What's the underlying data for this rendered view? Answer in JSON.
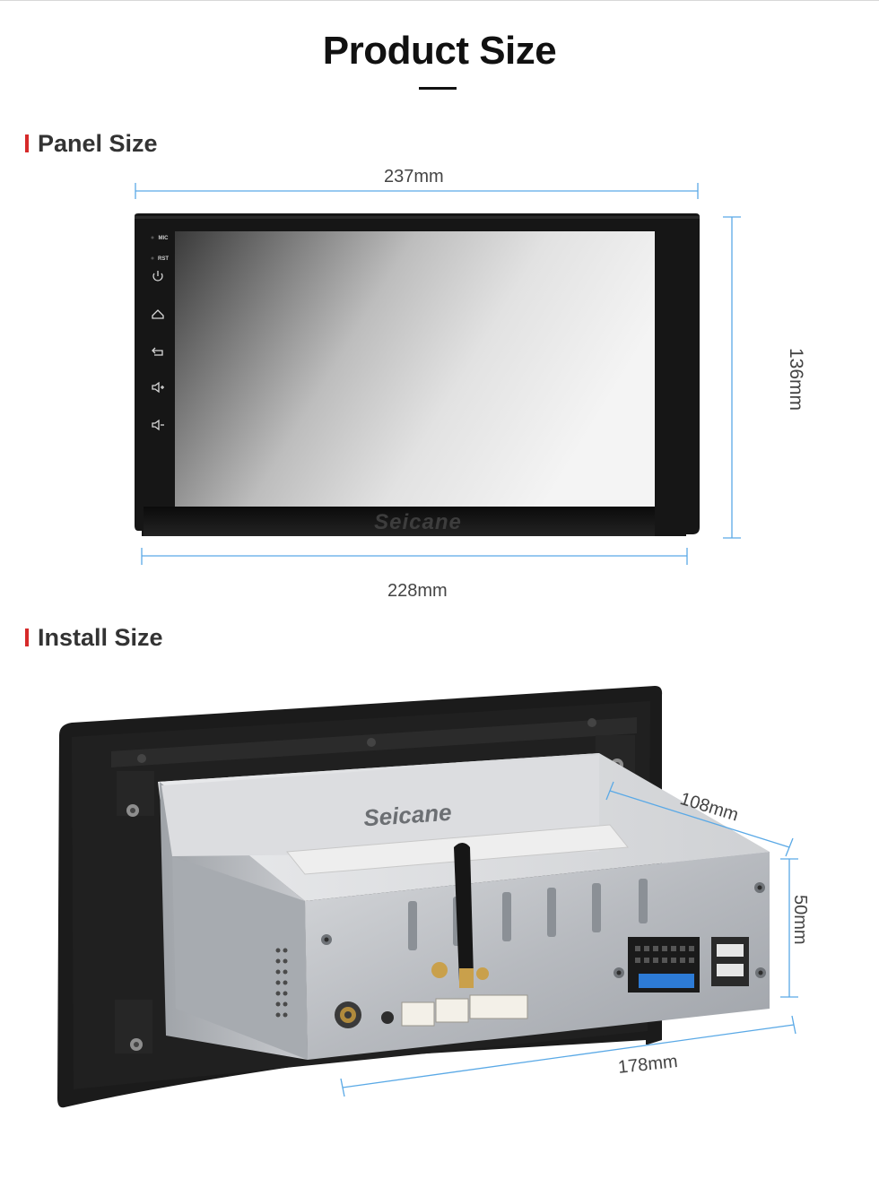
{
  "title": "Product Size",
  "sections": {
    "panel": {
      "label": "Panel Size"
    },
    "install": {
      "label": "Install Size"
    }
  },
  "panel_dims": {
    "top_width": "237mm",
    "bottom_width": "228mm",
    "height": "136mm"
  },
  "install_dims": {
    "depth": "108mm",
    "height": "50mm",
    "width": "178mm"
  },
  "brand": "Seicane",
  "panel_buttons": {
    "mic": "MIC",
    "rst": "RST"
  },
  "icons": [
    "power-icon",
    "home-icon",
    "back-icon",
    "volume-up-icon",
    "volume-down-icon"
  ],
  "colors": {
    "accent": "#d62a2a",
    "dimension_line": "#5aa9e6"
  }
}
